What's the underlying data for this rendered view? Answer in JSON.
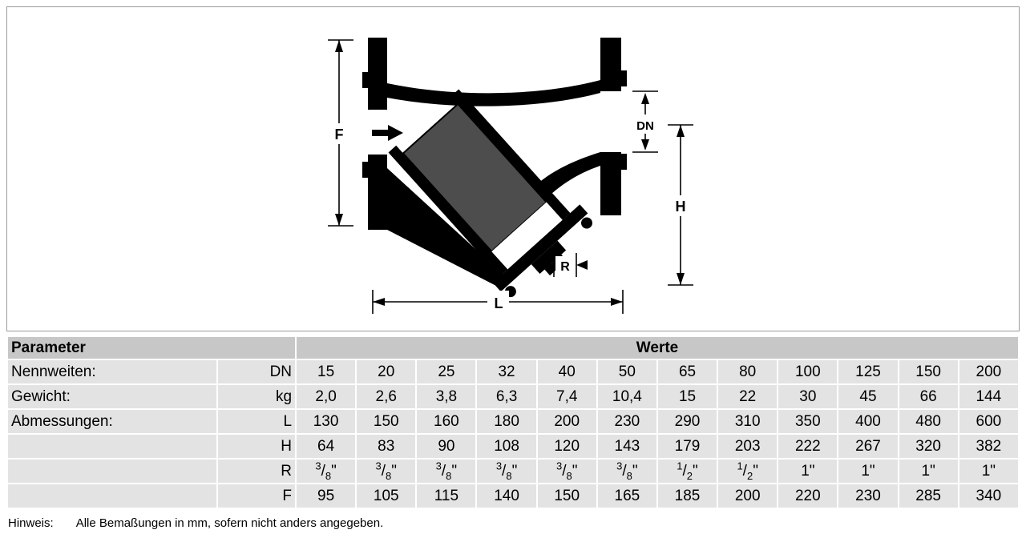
{
  "drawing": {
    "labels": {
      "f": "F",
      "dn": "DN",
      "h": "H",
      "r": "R",
      "l": "L"
    }
  },
  "table": {
    "header": {
      "parameter": "Parameter",
      "werte": "Werte"
    },
    "rows": [
      {
        "label": "Nennweiten:",
        "dim": "DN",
        "values": [
          "15",
          "20",
          "25",
          "32",
          "40",
          "50",
          "65",
          "80",
          "100",
          "125",
          "150",
          "200"
        ]
      },
      {
        "label": "Gewicht:",
        "dim": "kg",
        "values": [
          "2,0",
          "2,6",
          "3,8",
          "6,3",
          "7,4",
          "10,4",
          "15",
          "22",
          "30",
          "45",
          "66",
          "144"
        ]
      },
      {
        "label": "Abmessungen:",
        "dim": "L",
        "values": [
          "130",
          "150",
          "160",
          "180",
          "200",
          "230",
          "290",
          "310",
          "350",
          "400",
          "480",
          "600"
        ]
      },
      {
        "label": "",
        "dim": "H",
        "values": [
          "64",
          "83",
          "90",
          "108",
          "120",
          "143",
          "179",
          "203",
          "222",
          "267",
          "320",
          "382"
        ]
      },
      {
        "label": "",
        "dim": "R",
        "values": [
          "3/8\"",
          "3/8\"",
          "3/8\"",
          "3/8\"",
          "3/8\"",
          "3/8\"",
          "1/2\"",
          "1/2\"",
          "1\"",
          "1\"",
          "1\"",
          "1\""
        ]
      },
      {
        "label": "",
        "dim": "F",
        "values": [
          "95",
          "105",
          "115",
          "140",
          "150",
          "165",
          "185",
          "200",
          "220",
          "230",
          "285",
          "340"
        ]
      }
    ]
  },
  "note": {
    "label": "Hinweis:",
    "text": "Alle Bemaßungen in mm, sofern nicht anders angegeben."
  }
}
